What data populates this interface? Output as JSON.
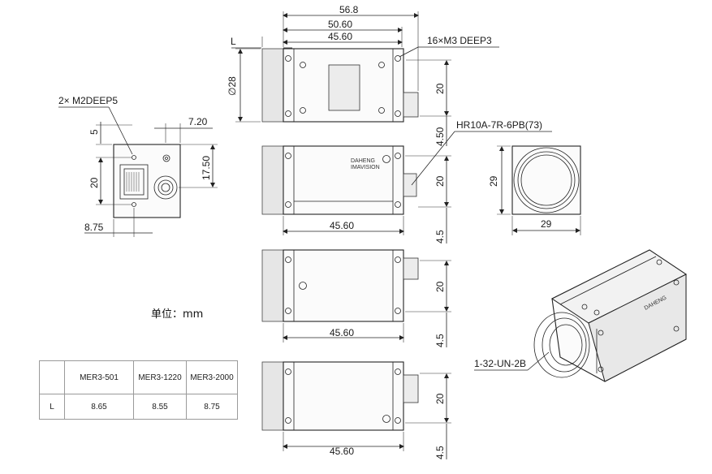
{
  "dims": {
    "total_width": "56.8",
    "width_5060": "50.60",
    "body_top": "45.60",
    "l_label": "L",
    "holes_top": "16×M3 DEEP3",
    "diameter": "∅28",
    "side_20": "20",
    "side_450": "4.50",
    "connector": "HR10A-7R-6PB(73)",
    "holes_back": "2× M2DEEP5",
    "back_5": "5",
    "back_720": "7.20",
    "back_1750": "17.50",
    "back_20": "20",
    "back_875": "8.75",
    "mid_20": "20",
    "mid_45": "4.5",
    "mid_4560": "45.60",
    "front_29_h": "29",
    "front_29_w": "29",
    "v3_20": "20",
    "v3_45": "4.5",
    "v3_4560": "45.60",
    "v4_20": "20",
    "v4_45": "4.5",
    "v4_4560": "45.60",
    "mount": "1-32-UN-2B"
  },
  "unit_note": "单位：mm",
  "table": {
    "headers": [
      "",
      "MER3-501",
      "MER3-1220",
      "MER3-2000"
    ],
    "row_label": "L",
    "values": [
      "8.65",
      "8.55",
      "8.75"
    ]
  }
}
